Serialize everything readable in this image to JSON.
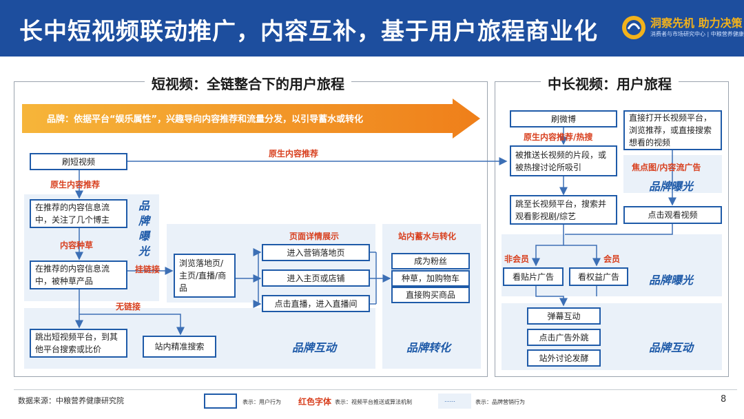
{
  "header": {
    "title": "长中短视频联动推广，内容互补，基于用户旅程商业化",
    "logo_main": "洞察先机 助力决策",
    "logo_sub": "消费者与市场研究中心 | 中粮营养健康研究院"
  },
  "short_video": {
    "title": "短视频：全链整合下的用户旅程",
    "banner": "品牌：依据平台“娱乐属性”，兴趣导向内容推荐和流量分发，以引导蓄水或转化",
    "boxes": {
      "brush": "刷短视频",
      "follow": "在推荐的内容信息流中，关注了几个博主",
      "seeded": "在推荐的内容信息流中，被种草产品",
      "browse": "浏览落地页/主页/直播/商品",
      "landing": "进入营销落地页",
      "home": "进入主页或店铺",
      "live": "点击直播，进入直播间",
      "fans": "成为粉丝",
      "cart": "种草，加购物车",
      "buy": "直接购买商品",
      "jump": "跳出短视频平台，到其他平台搜索或比价",
      "search": "站内精准搜索"
    },
    "labels": {
      "native_rec": "原生内容推荐",
      "native_rec_cross": "原生内容推荐",
      "seeding": "内容种草",
      "hang_link": "挂链接",
      "no_link": "无链接",
      "page_detail": "页面详情展示",
      "storage": "站内蓄水与转化"
    },
    "zones": {
      "exposure": "品牌曝光",
      "interaction": "品牌互动",
      "conversion": "品牌转化"
    }
  },
  "long_video": {
    "title": "中长视频：用户旅程",
    "boxes": {
      "weibo": "刷微博",
      "pushed": "被推送长视频的片段，或被热搜讨论所吸引",
      "jumpto": "跳至长视频平台，搜索并观看影视剧/综艺",
      "direct": "直接打开长视频平台，浏览推荐，或直接搜索想看的视频",
      "click_watch": "点击观看视频",
      "patch_ad": "看贴片广告",
      "rights_ad": "看权益广告",
      "danmu": "弹幕互动",
      "click_ad": "点击广告外跳",
      "discuss": "站外讨论发酵"
    },
    "labels": {
      "native_hot": "原生内容推荐/热搜",
      "focus_ad": "焦点图/内容流广告",
      "non_member": "非会员",
      "member": "会员"
    },
    "zones": {
      "exposure_top": "品牌曝光",
      "exposure": "品牌曝光",
      "interaction": "品牌互动"
    }
  },
  "footer": {
    "source": "数据来源：中粮营养健康研究院",
    "legend_box": "表示：用户行为",
    "legend_red_title": "红色字体",
    "legend_red_desc": "表示：视频平台推送或算法机制",
    "legend_dots": "……",
    "legend_dots_desc": "表示：品牌营销行为",
    "page": "8"
  },
  "colors": {
    "header_bg": "#1d4e9e",
    "accent_blue": "#1e5aa8",
    "red_text": "#d8401f",
    "banner_orange": "#f0a028",
    "zone_bg": "#eaf1f9"
  }
}
